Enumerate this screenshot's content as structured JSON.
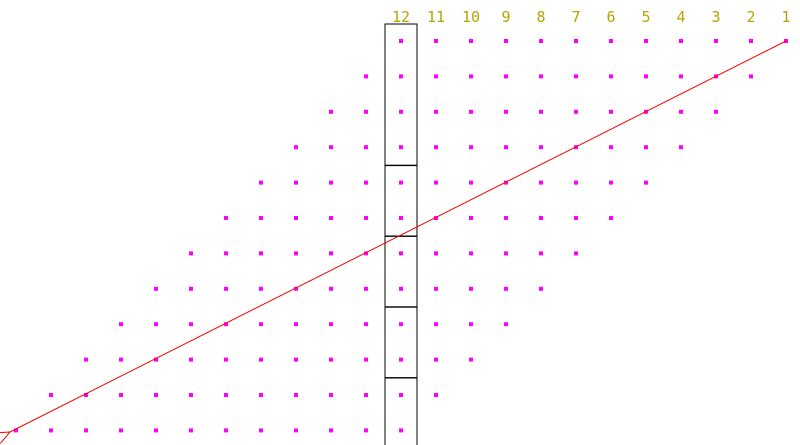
{
  "colors": {
    "label": "#b3a600",
    "dot": "#ff00ff",
    "box_stroke": "#000000",
    "arrow": "#ff0000",
    "background": "#ffffff"
  },
  "columns": [
    "12",
    "11",
    "10",
    "9",
    "8",
    "7",
    "6",
    "5",
    "4",
    "3",
    "2",
    "1"
  ],
  "rows": [
    {
      "row": 1,
      "dot_count": 12
    },
    {
      "row": 2,
      "dot_count": 12
    },
    {
      "row": 3,
      "dot_count": 12
    },
    {
      "row": 4,
      "dot_count": 12
    },
    {
      "row": 5,
      "dot_count": 12
    },
    {
      "row": 6,
      "dot_count": 12
    },
    {
      "row": 7,
      "dot_count": 12
    },
    {
      "row": 8,
      "dot_count": 12
    },
    {
      "row": 9,
      "dot_count": 12
    },
    {
      "row": 10,
      "dot_count": 12
    },
    {
      "row": 11,
      "dot_count": 12
    },
    {
      "row": 12,
      "dot_count": 12
    }
  ],
  "highlighted_column": "12",
  "highlight_groups": [
    {
      "rows": [
        1,
        2,
        3,
        4
      ]
    },
    {
      "rows": [
        5,
        6
      ]
    },
    {
      "rows": [
        7,
        8
      ]
    },
    {
      "rows": [
        9,
        10
      ]
    },
    {
      "rows": [
        11,
        12
      ]
    }
  ],
  "arrow": {
    "from": "top-right",
    "to": "bottom-left"
  }
}
